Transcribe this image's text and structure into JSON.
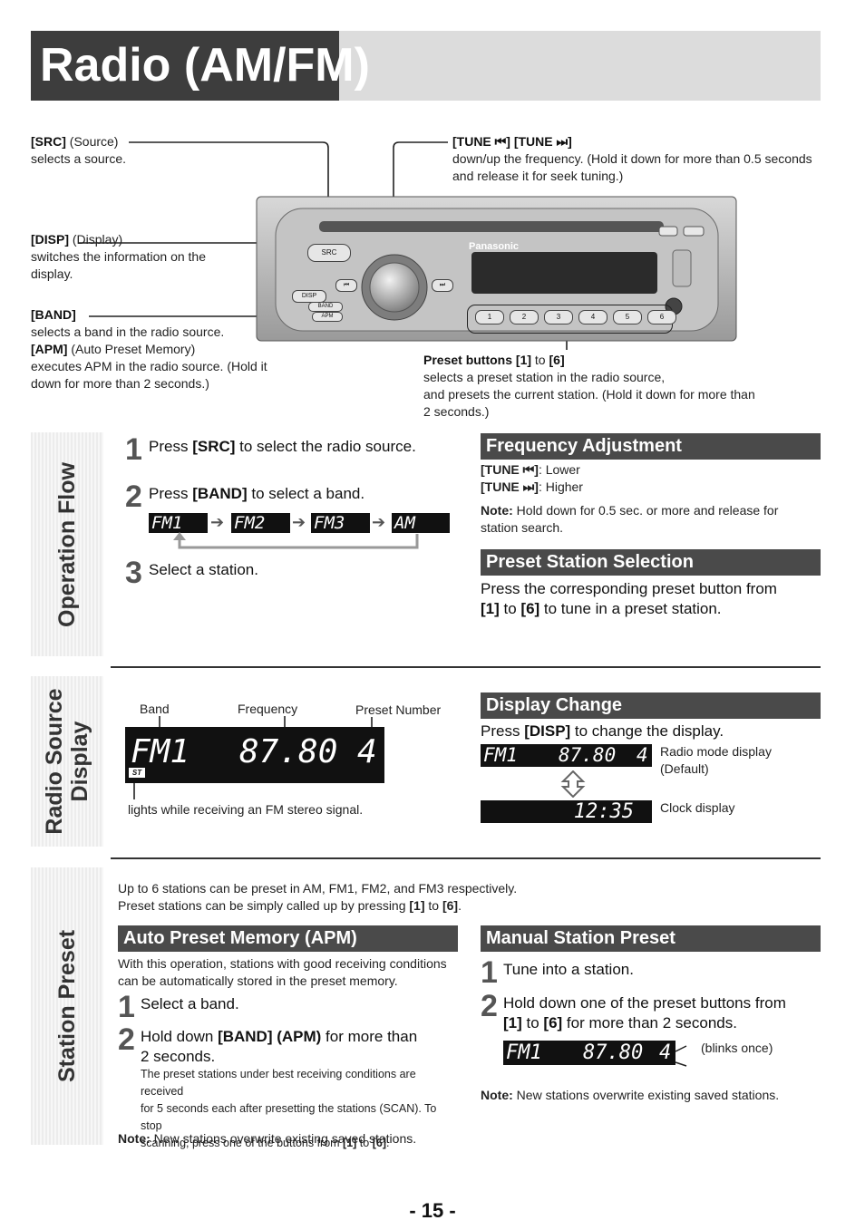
{
  "header": {
    "title": "Radio (AM/FM)"
  },
  "callouts": {
    "src": {
      "key": "[SRC]",
      "name": "(Source)",
      "desc": "selects a source."
    },
    "disp": {
      "key": "[DISP]",
      "name": "(Display)",
      "desc1": "switches the information on the",
      "desc2": "display."
    },
    "band": {
      "key": "[BAND]",
      "desc": "selects a band in the radio source."
    },
    "apm": {
      "key": "[APM]",
      "name": "(Auto Preset Memory)",
      "desc1": "executes APM in the radio source. (Hold it",
      "desc2": "down for more than 2 seconds.)"
    },
    "tune": {
      "key": "[TUNE ⏮] [TUNE ⏭]",
      "desc1": "down/up the frequency. (Hold it down for more than 0.5 seconds",
      "desc2": "and release it for seek tuning.)"
    },
    "preset": {
      "key": "Preset buttons",
      "k1": "[1]",
      "to": "to",
      "k6": "[6]",
      "desc1": "selects a preset station in the radio source,",
      "desc2": "and presets the current station. (Hold it down for more than",
      "desc3": "2 seconds.)"
    }
  },
  "radio": {
    "brand": "Panasonic",
    "buttons": {
      "src": "SRC",
      "disp": "DISP",
      "band": "BAND",
      "apm": "APM"
    },
    "presets": [
      "1",
      "2",
      "3",
      "4",
      "5",
      "6"
    ]
  },
  "operation_flow": {
    "tab": "Operation Flow",
    "step1": {
      "num": "1",
      "pre": "Press ",
      "key": "[SRC]",
      "post": " to select the radio source."
    },
    "step2": {
      "num": "2",
      "pre": "Press ",
      "key": "[BAND]",
      "post": " to select a band."
    },
    "bands": [
      "FM1",
      "FM2",
      "FM3",
      "AM"
    ],
    "step3": {
      "num": "3",
      "text": "Select a station."
    },
    "freq": {
      "title": "Frequency Adjustment",
      "lower_key": "[TUNE ⏮]",
      "lower": ": Lower",
      "higher_key": "[TUNE ⏭]",
      "higher": ": Higher",
      "note_label": "Note:",
      "note1": " Hold down for 0.5 sec. or more and release for",
      "note2": "station search."
    },
    "preset_sel": {
      "title": "Preset Station Selection",
      "line1": "Press the corresponding preset button from",
      "k1": "[1]",
      "to": " to ",
      "k6": "[6]",
      "post": " to tune in a preset station."
    }
  },
  "source_display": {
    "tab1": "Radio Source",
    "tab2": "Display",
    "label_band": "Band",
    "label_freq": "Frequency",
    "label_preset": "Preset Number",
    "lcd_band": "FM1",
    "lcd_freq": "87.80",
    "lcd_preset": "4",
    "st": "ST",
    "st_note": "lights while receiving an FM stereo signal.",
    "change": {
      "title": "Display Change",
      "pre": "Press ",
      "key": "[DISP]",
      "post": " to change the display.",
      "radio_lcd_band": "FM1",
      "radio_lcd_freq": "87.80",
      "radio_lcd_preset": "4",
      "radio_label1": "Radio mode display",
      "radio_label2": "(Default)",
      "clock": "12:35",
      "clock_label": "Clock display"
    }
  },
  "station_preset": {
    "tab": "Station Preset",
    "intro1": "Up to 6 stations can be preset in AM, FM1, FM2, and FM3 respectively.",
    "intro2_pre": "Preset stations can be simply called up by pressing ",
    "intro2_k1": "[1]",
    "intro2_to": " to ",
    "intro2_k6": "[6]",
    "intro2_end": ".",
    "apm": {
      "title": "Auto Preset Memory (APM)",
      "desc1": "With this operation, stations with good receiving conditions",
      "desc2": "can be automatically stored in the preset memory.",
      "step1": {
        "num": "1",
        "text": "Select a band."
      },
      "step2": {
        "num": "2",
        "pre": "Hold down ",
        "key": "[BAND] (APM)",
        "post": " for more than",
        "line2": "2 seconds."
      },
      "fine1": "The preset stations under best receiving conditions are received",
      "fine2": "for 5 seconds each after presetting the stations (SCAN). To stop",
      "fine3_pre": "scanning, press one of the buttons from ",
      "fine3_k1": "[1]",
      "fine3_to": " to ",
      "fine3_k6": "[6]",
      "fine3_end": ".",
      "note_label": "Note:",
      "note": " New stations overwrite existing saved stations."
    },
    "manual": {
      "title": "Manual Station Preset",
      "step1": {
        "num": "1",
        "text": "Tune into a station."
      },
      "step2": {
        "num": "2",
        "line1": "Hold down one of the preset buttons from",
        "k1": "[1]",
        "to": " to ",
        "k6": "[6]",
        "post": " for more than 2 seconds."
      },
      "lcd_band": "FM1",
      "lcd_freq": "87.80",
      "lcd_preset": "4",
      "blink": "(blinks once)",
      "note_label": "Note:",
      "note": " New stations overwrite existing saved stations."
    }
  },
  "footer": {
    "page": "- 15 -"
  }
}
